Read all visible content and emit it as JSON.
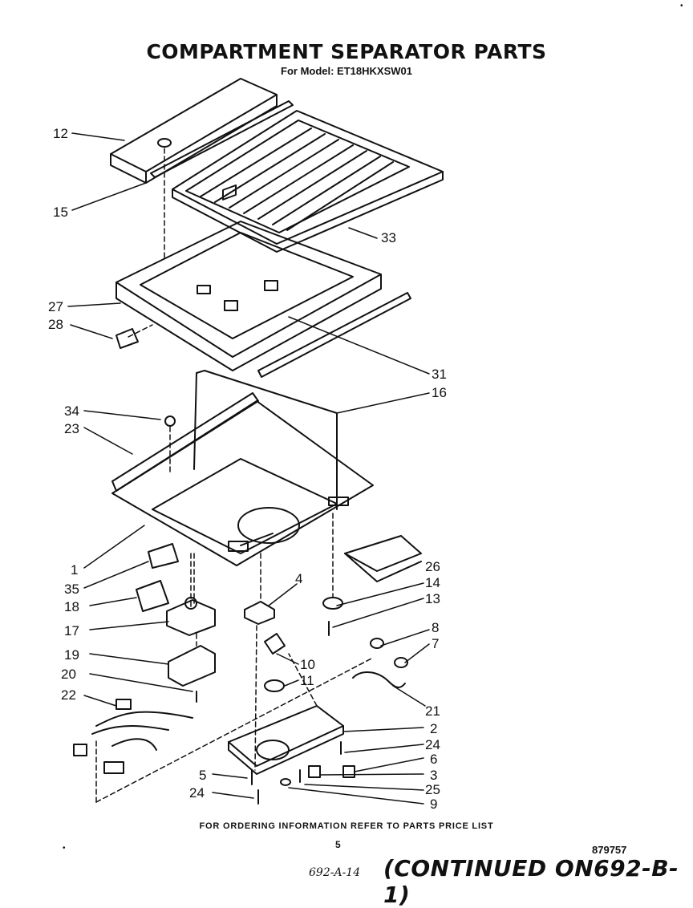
{
  "title": "COMPARTMENT SEPARATOR PARTS",
  "subtitle": "For Model: ET18HKXSW01",
  "footer_note": "FOR ORDERING INFORMATION REFER TO PARTS PRICE LIST",
  "page_number": "5",
  "catalog_number": "879757",
  "handwritten_ref": "692-A-14",
  "continued_note": "(CONTINUED ON692-B-1)",
  "marks": {
    "left": "•",
    "top_right": "•"
  },
  "callouts": [
    {
      "label": "12"
    },
    {
      "label": "15"
    },
    {
      "label": "33"
    },
    {
      "label": "27"
    },
    {
      "label": "28"
    },
    {
      "label": "31"
    },
    {
      "label": "16"
    },
    {
      "label": "34"
    },
    {
      "label": "23"
    },
    {
      "label": "1"
    },
    {
      "label": "26"
    },
    {
      "label": "35"
    },
    {
      "label": "4"
    },
    {
      "label": "14"
    },
    {
      "label": "13"
    },
    {
      "label": "18"
    },
    {
      "label": "17"
    },
    {
      "label": "8"
    },
    {
      "label": "7"
    },
    {
      "label": "19"
    },
    {
      "label": "10"
    },
    {
      "label": "20"
    },
    {
      "label": "11"
    },
    {
      "label": "22"
    },
    {
      "label": "21"
    },
    {
      "label": "2"
    },
    {
      "label": "24"
    },
    {
      "label": "6"
    },
    {
      "label": "5"
    },
    {
      "label": "3"
    },
    {
      "label": "24"
    },
    {
      "label": "25"
    },
    {
      "label": "9"
    }
  ]
}
